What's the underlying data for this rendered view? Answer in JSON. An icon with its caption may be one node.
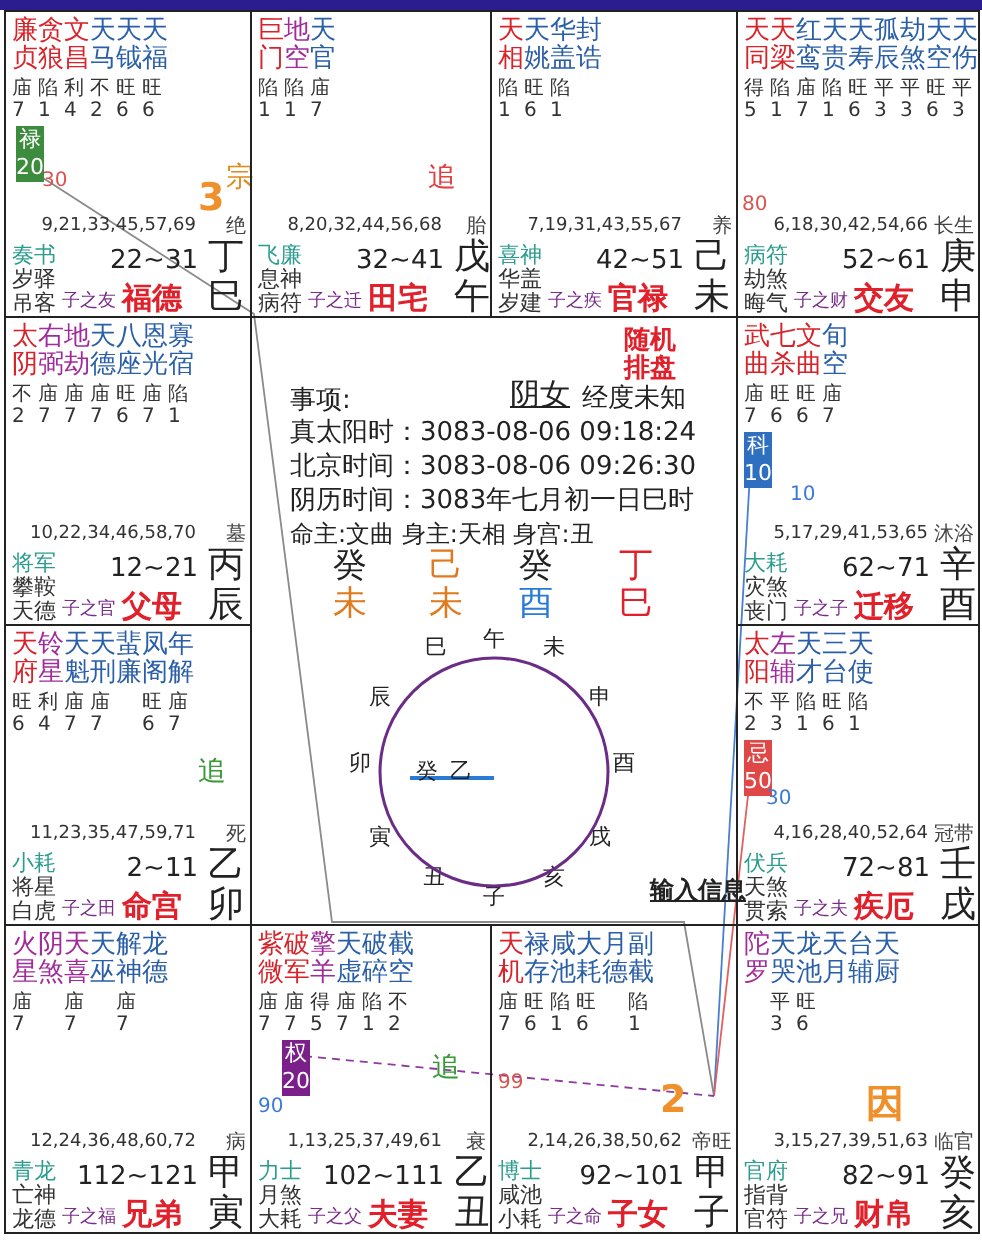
{
  "diagram": {
    "nodes": [
      {
        "text": [
          "廉贞",
          "贪狼",
          "文昌",
          "天马",
          "天钺",
          "天福",
          "庙 陷 利 不 旺 旺",
          "7 1 4 2 6 6",
          "禄 20",
          "30",
          "宗",
          "3",
          "9,21,33,45,57,69",
          "绝",
          "奏书",
          "22~31",
          "丁",
          "岁驿",
          "吊客",
          "子之友",
          "福德",
          "巳"
        ]
      },
      {
        "text": [
          "巨门",
          "地空",
          "天官",
          "陷 陷 庙",
          "1 1 7",
          "追",
          "8,20,32,44,56,68",
          "胎",
          "飞廉",
          "32~41",
          "戊",
          "息神",
          "病符",
          "子之迁",
          "田宅",
          "午"
        ]
      },
      {
        "text": [
          "天相",
          "天姚",
          "华盖",
          "封诰",
          "陷 旺 陷",
          "1 6 1",
          "7,19,31,43,55,67",
          "养",
          "喜神",
          "42~51",
          "己",
          "华盖",
          "岁建",
          "子之疾",
          "官禄",
          "未"
        ]
      },
      {
        "text": [
          "天同",
          "天梁",
          "红鸾",
          "天贵",
          "天寿",
          "孤辰",
          "劫煞",
          "天空",
          "天伤",
          "得 陷 庙 陷 旺 平 平 旺 平",
          "5 1 7 1 6 3 3 6 3",
          "80",
          "6,18,30,42,54,66",
          "长生",
          "病符",
          "52~61",
          "庚",
          "劫煞",
          "晦气",
          "子之财",
          "交友",
          "申"
        ]
      },
      {
        "text": [
          "太阴",
          "右弼",
          "地劫",
          "天德",
          "八座",
          "恩光",
          "寡宿",
          "不 庙 庙 庙 旺 庙 陷",
          "2 7 7 7 6 7 1",
          "10,22,34,46,58,70",
          "墓",
          "将军",
          "12~21",
          "丙",
          "攀鞍",
          "天德",
          "子之官",
          "父母",
          "辰"
        ]
      },
      {
        "text": [
          "随机排盘",
          "事项:",
          "阴女",
          "经度未知",
          "真太阳时：3083-08-06 09:18:24",
          "北京时间：3083-08-06 09:26:30",
          "阴历时间：3083年七月初一日巳时",
          "命主:文曲 身主:天相 身宫:丑",
          "癸",
          "己",
          "癸",
          "丁",
          "未",
          "未",
          "酉",
          "巳",
          "巳",
          "午",
          "未",
          "辰",
          "申",
          "卯",
          "酉",
          "寅",
          "戌",
          "丑",
          "亥",
          "子",
          "输入信息"
        ]
      },
      {
        "text": [
          "癸",
          "乙"
        ],
        "in": 5
      },
      {
        "text": [
          "武曲",
          "七杀",
          "文曲",
          "旬空",
          "庙 旺 旺 庙",
          "7 6 6 7",
          "科 10",
          "10",
          "5,17,29,41,53,65",
          "沐浴",
          "大耗",
          "62~71",
          "辛",
          "灾煞",
          "丧门",
          "子之子",
          "迁移",
          "酉"
        ]
      },
      {
        "text": [
          "天府",
          "铃星",
          "天魁",
          "天刑",
          "蜚廉",
          "凤阁",
          "年解",
          "旺 利 庙 庙  旺 庙",
          "6 4 7 7  6 7",
          "追",
          "11,23,35,47,59,71",
          "死",
          "小耗",
          "2~11",
          "乙",
          "将星",
          "白虎",
          "子之田",
          "命宫",
          "卯"
        ]
      },
      {
        "text": [
          "太阳",
          "左辅",
          "天才",
          "三台",
          "天使",
          "不 平 陷 旺 陷",
          "2 3 1 6 1",
          "忌 50",
          "30",
          "4,16,28,40,52,64",
          "冠带",
          "伏兵",
          "72~81",
          "壬",
          "天煞",
          "贯索",
          "子之夫",
          "疾厄",
          "戌"
        ]
      },
      {
        "text": [
          "火星",
          "阴煞",
          "天喜",
          "天巫",
          "解神",
          "龙德",
          "庙  庙  庙",
          "7  7  7",
          "12,24,36,48,60,72",
          "病",
          "青龙",
          "112~121",
          "甲",
          "亡神",
          "龙德",
          "子之福",
          "兄弟",
          "寅"
        ]
      },
      {
        "text": [
          "紫微",
          "破军",
          "擎羊",
          "天虚",
          "破碎",
          "截空",
          "庙 庙 得 庙 陷 不",
          "7 7 5 7 1 2",
          "权 20",
          "追",
          "90",
          "1,13,25,37,49,61",
          "衰",
          "力士",
          "102~111",
          "乙",
          "月煞",
          "大耗",
          "子之父",
          "夫妻",
          "丑"
        ]
      },
      {
        "text": [
          "天机",
          "禄存",
          "咸池",
          "大耗",
          "月德",
          "副截",
          "庙 旺 陷 旺  陷",
          "7 6 1 6  1",
          "99",
          "2",
          "2,14,26,38,50,62",
          "帝旺",
          "博士",
          "92~101",
          "甲",
          "咸池",
          "小耗",
          "子之命",
          "子女",
          "子"
        ]
      },
      {
        "text": [
          "陀罗",
          "天哭",
          "龙池",
          "天月",
          "台辅",
          "天厨",
          " 平 旺",
          " 3 6",
          "因",
          "3,15,27,39,51,63",
          "临官",
          "官府",
          "82~91",
          "癸",
          "指背",
          "官符",
          "子之兄",
          "财帛",
          "亥"
        ]
      }
    ],
    "edges": [
      {
        "from": 0,
        "to": 12,
        "arrow": "none",
        "color": "#8a8a8a"
      },
      {
        "from": 7,
        "to": 12,
        "arrow": "none",
        "color": "#4a7fd0"
      },
      {
        "from": 9,
        "to": 12,
        "arrow": "none",
        "color": "#e06060"
      },
      {
        "from": 11,
        "to": 12,
        "arrow": "none",
        "style": "dashed",
        "color": "#8e3a9e"
      }
    ]
  }
}
